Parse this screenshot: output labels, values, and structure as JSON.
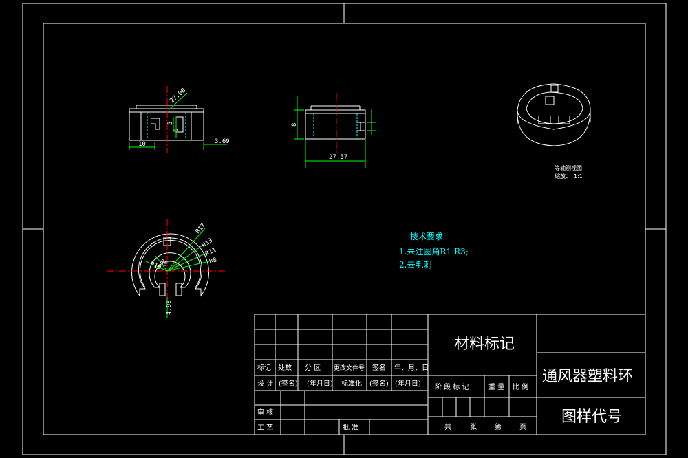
{
  "dimensions": {
    "front_width": "10",
    "front_offset": "3.69",
    "front_angle": "27.08",
    "front_small_1": "6",
    "front_small_2": "5",
    "side_width": "27.57",
    "side_height": "8",
    "plan_r17": "R17",
    "plan_r13": "R13",
    "plan_r11": "R11",
    "plan_r8": "R8",
    "plan_inner_1": "R10",
    "plan_inner_2": "R8",
    "plan_gap": "4.98"
  },
  "isometric": {
    "caption_line1": "等轴测视图",
    "caption_line2": "缩放：",
    "caption_scale": "1:1"
  },
  "tech_requirements": {
    "title": "技术要求",
    "items": [
      "1.未注圆角R1-R3;",
      "2.去毛刺"
    ]
  },
  "title_block": {
    "material_mark": "材料标记",
    "part_name": "通风器塑料环",
    "drawing_code": "图样代号",
    "revision_headers": [
      "标记",
      "处数",
      "分  区",
      "更改文件号",
      "签名",
      "年、月、日"
    ],
    "design_row": [
      "设  计",
      "(签名)",
      "(年月日)",
      "标准化",
      "(签名)",
      "(年月日)"
    ],
    "stage_headers": [
      "阶  段  标  记",
      "重  量",
      "比  例"
    ],
    "review_label": "审  核",
    "process_label": "工  艺",
    "approve_label": "批  准",
    "sheet_info": [
      "共",
      "张",
      "第",
      "页"
    ]
  },
  "colors": {
    "frame": "#ffffff",
    "part": "#ffffff",
    "dimension": "#00ff00",
    "centerline": "#ff0000",
    "hidden": "#00ffff",
    "tech_text": "#00ffff"
  }
}
